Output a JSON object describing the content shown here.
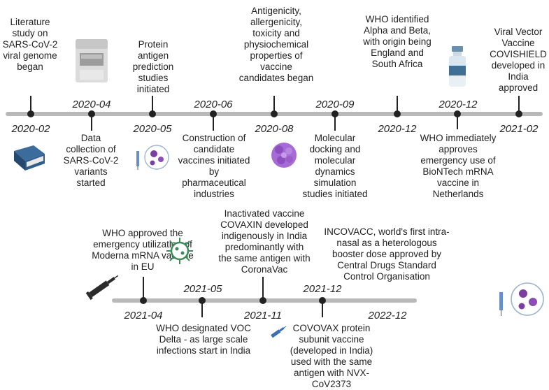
{
  "timeline1": {
    "events": [
      {
        "date": "2020-02",
        "text": "Literature study on SARS-CoV-2 viral genome began"
      },
      {
        "date": "2020-04",
        "text": "Data collection of SARS-CoV-2 variants started"
      },
      {
        "date": "2020-05",
        "text": "Protein antigen prediction studies initiated"
      },
      {
        "date": "2020-06",
        "text": "Construction of candidate vaccines initiated by pharmaceutical industries"
      },
      {
        "date": "2020-08",
        "text": "Antigenicity, allergenicity, toxicity and physiochemical properties of vaccine candidates began"
      },
      {
        "date": "2020-09",
        "text": "Molecular docking and molecular dynamics simulation studies initiated"
      },
      {
        "date": "2020-12",
        "text": "WHO identified Alpha and Beta, with origin being England and South Africa"
      },
      {
        "date": "2020-12",
        "text": "WHO immediately approves emergency use of BioNTech mRNA vaccine in Netherlands"
      },
      {
        "date": "2021-02",
        "text": "Viral Vector Vaccine COVISHIELD developed in India approved"
      }
    ]
  },
  "timeline2": {
    "events": [
      {
        "date": "2021-04",
        "text": "WHO approved the emergency utilization of Moderna mRNA vaccine in EU"
      },
      {
        "date": "2021-05",
        "text": "WHO designated VOC Delta - as large scale infections start in India"
      },
      {
        "date": "2021-11",
        "text": "Inactivated vaccine COVAXIN developed indigenously in India predominantly with the same antigen with CoronaVac"
      },
      {
        "date": "2021-12",
        "text": "COVOVAX protein subunit vaccine (developed in India) used with the same antigen with NVX-CoV2373"
      },
      {
        "date": "2022-12",
        "text": "INCOVACC, world's first intra-nasal as a heterologous booster dose approved by Central Drugs Standard Control Organisation"
      }
    ]
  },
  "icons": [
    "book-icon",
    "sequencer-icon",
    "syringe-virus-icon",
    "protein-icon",
    "vaccine-vial-icon",
    "virus-icon",
    "syringe-icon",
    "syringe-virus-icon-2"
  ],
  "colors": {
    "line": "#b9b9b9",
    "book": "#2f5d8c",
    "protein": "#9b59d0",
    "virus": "#3d8b5a",
    "syringe": "#3a6fb5"
  }
}
